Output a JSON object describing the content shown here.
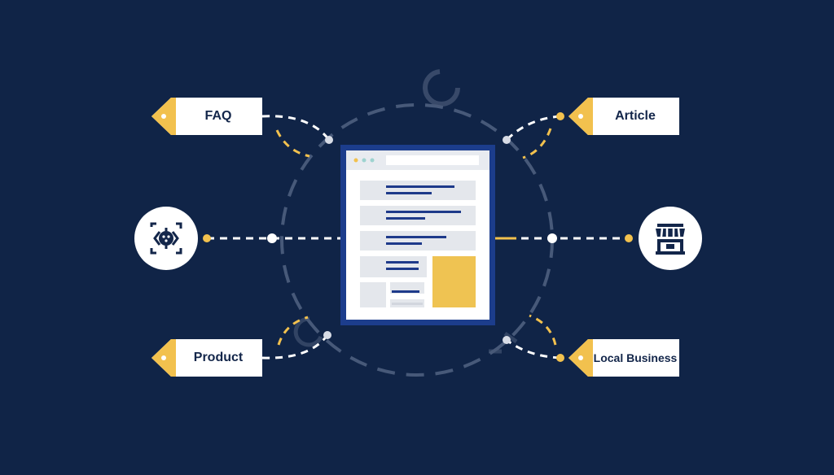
{
  "tags": {
    "faq": "FAQ",
    "article": "Article",
    "product": "Product",
    "local_business": "Local Business"
  },
  "icons": {
    "left_badge": "schema-code-icon",
    "right_badge": "storefront-icon"
  },
  "colors": {
    "background": "#102447",
    "accent": "#f2c14e",
    "page_border": "#1c3d8c",
    "text_line": "#1e3a8a",
    "dash": "#ffffff",
    "orbit": "#5a6b8a"
  }
}
